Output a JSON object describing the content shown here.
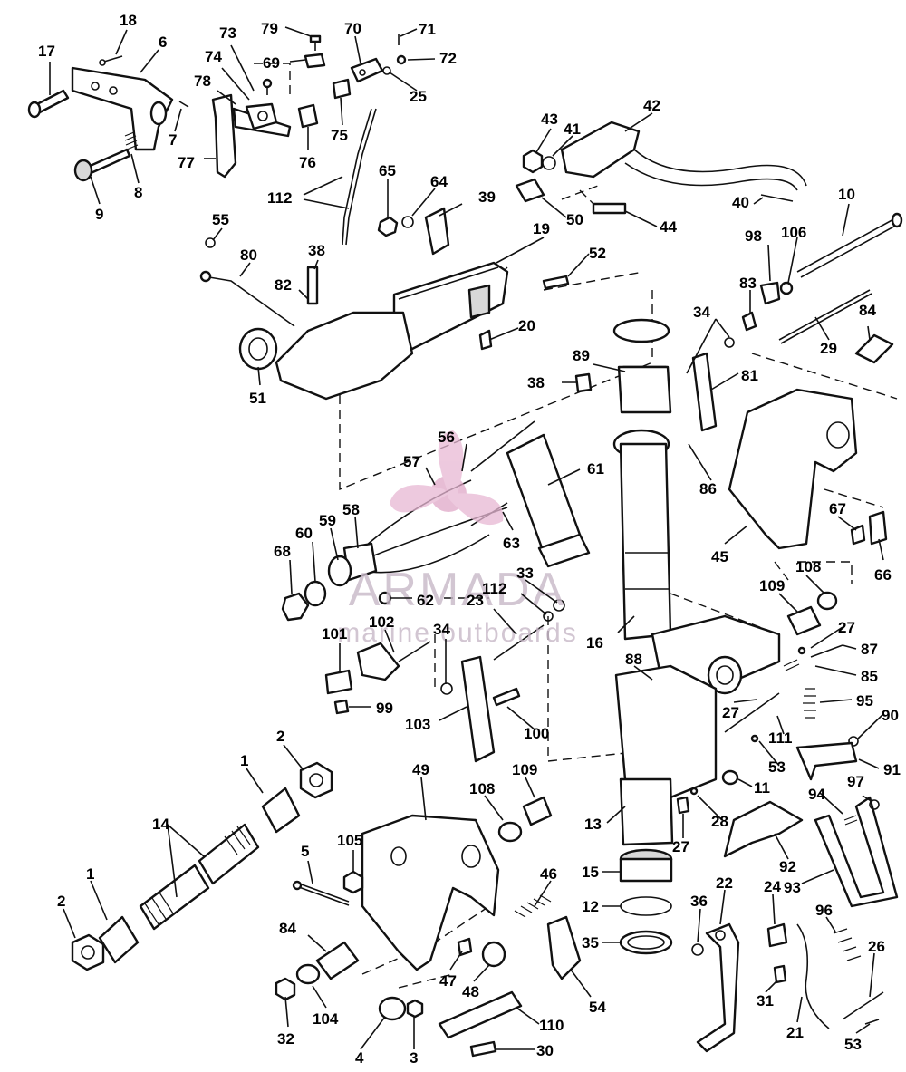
{
  "watermark": {
    "brand": "ARMADA",
    "tagline": "marine outboards",
    "color": "#c8b8c8",
    "logo_color": "#e0a8c8"
  },
  "callouts": [
    "1",
    "2",
    "3",
    "4",
    "5",
    "6",
    "7",
    "8",
    "9",
    "10",
    "11",
    "12",
    "13",
    "14",
    "15",
    "16",
    "17",
    "18",
    "19",
    "20",
    "21",
    "22",
    "23",
    "24",
    "25",
    "26",
    "27",
    "28",
    "29",
    "30",
    "31",
    "32",
    "33",
    "34",
    "35",
    "36",
    "38",
    "39",
    "40",
    "41",
    "42",
    "43",
    "44",
    "45",
    "46",
    "47",
    "48",
    "49",
    "50",
    "51",
    "52",
    "53",
    "54",
    "55",
    "56",
    "57",
    "58",
    "59",
    "60",
    "61",
    "62",
    "63",
    "64",
    "65",
    "66",
    "67",
    "68",
    "69",
    "70",
    "71",
    "72",
    "73",
    "74",
    "75",
    "76",
    "77",
    "78",
    "79",
    "80",
    "81",
    "82",
    "83",
    "84",
    "85",
    "86",
    "87",
    "88",
    "89",
    "90",
    "91",
    "92",
    "93",
    "94",
    "95",
    "96",
    "97",
    "98",
    "99",
    "100",
    "101",
    "102",
    "103",
    "104",
    "105",
    "106",
    "108",
    "109",
    "110",
    "111",
    "112"
  ],
  "labels": {
    "l17": "17",
    "l18": "18",
    "l6": "6",
    "l7": "7",
    "l8": "8",
    "l9": "9",
    "l73": "73",
    "l74": "74",
    "l78": "78",
    "l77": "77",
    "l79": "79",
    "l69": "69",
    "l76": "76",
    "l70": "70",
    "l75": "75",
    "l71": "71",
    "l72": "72",
    "l25": "25",
    "l112a": "112",
    "l55": "55",
    "l80": "80",
    "l38a": "38",
    "l82": "82",
    "l51": "51",
    "l65": "65",
    "l64": "64",
    "l39": "39",
    "l19": "19",
    "l52": "52",
    "l20": "20",
    "l43": "43",
    "l41": "41",
    "l42": "42",
    "l50": "50",
    "l44": "44",
    "l40": "40",
    "l10": "10",
    "l98": "98",
    "l106": "106",
    "l83": "83",
    "l84a": "84",
    "l29": "29",
    "l34a": "34",
    "l81": "81",
    "l89": "89",
    "l38b": "38",
    "l56": "56",
    "l57": "57",
    "l61": "61",
    "l58": "58",
    "l59": "59",
    "l60": "60",
    "l68": "68",
    "l62": "62",
    "l63": "63",
    "l86": "86",
    "l45": "45",
    "l67": "67",
    "l66": "66",
    "l108a": "108",
    "l109a": "109",
    "l33": "33",
    "l112b": "112",
    "l23": "23",
    "l16": "16",
    "l101": "101",
    "l102": "102",
    "l34b": "34",
    "l99": "99",
    "l103": "103",
    "l100": "100",
    "l88": "88",
    "l27a": "27",
    "l87": "87",
    "l85": "85",
    "l95": "95",
    "l27b": "27",
    "l111": "111",
    "l90": "90",
    "l53a": "53",
    "l91": "91",
    "l2a": "2",
    "l1a": "1",
    "l14": "14",
    "l1b": "1",
    "l2b": "2",
    "l49": "49",
    "l109b": "109",
    "l108b": "108",
    "l11": "11",
    "l97": "97",
    "l94": "94",
    "l13": "13",
    "l28": "28",
    "l27c": "27",
    "l92": "92",
    "l93": "93",
    "l5": "5",
    "l105": "105",
    "l15": "15",
    "l46": "46",
    "l12": "12",
    "l35": "35",
    "l84b": "84",
    "l36": "36",
    "l22": "22",
    "l24": "24",
    "l96": "96",
    "l26": "26",
    "l47": "47",
    "l48": "48",
    "l54": "54",
    "l31": "31",
    "l21": "21",
    "l32": "32",
    "l104": "104",
    "l4": "4",
    "l3": "3",
    "l110": "110",
    "l30": "30",
    "l53b": "53"
  }
}
